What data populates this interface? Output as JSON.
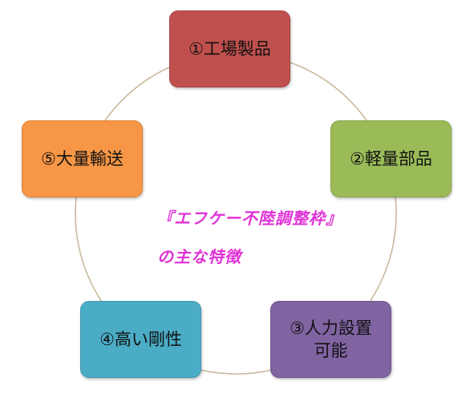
{
  "colors": {
    "ring": "#c9b89c",
    "node_1": "#c0504d",
    "node_2": "#9bbb59",
    "node_3": "#8064a2",
    "node_4": "#4bacc6",
    "node_5": "#f79646",
    "caption": "#e032d6"
  },
  "nodes": [
    {
      "lines": [
        "①工場製品"
      ]
    },
    {
      "lines": [
        "②軽量部品"
      ]
    },
    {
      "lines": [
        "③人力設置",
        "可能"
      ]
    },
    {
      "lines": [
        "④高い剛性"
      ]
    },
    {
      "lines": [
        "⑤大量輸送"
      ]
    }
  ],
  "caption": {
    "line1": "『エフケー不陸調整枠』",
    "line2": "の主な特徴"
  }
}
